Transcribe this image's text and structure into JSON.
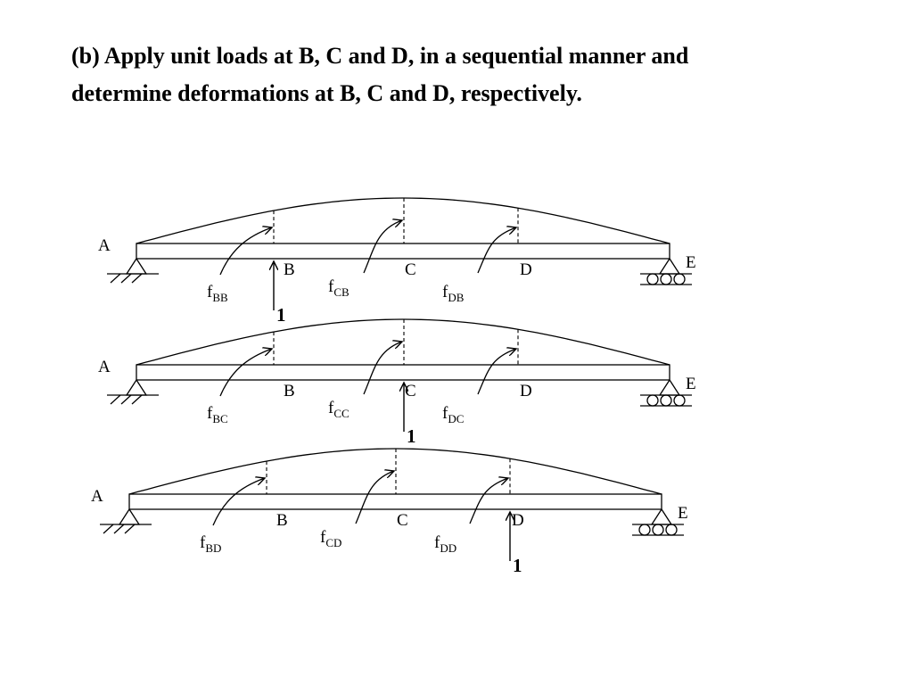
{
  "heading": {
    "line1": "(b) Apply unit loads at B, C and D, in a sequential manner and",
    "line2": "determine deformations at B, C and D, respectively."
  },
  "diagrams": [
    {
      "point_labels": {
        "A": "A",
        "B": "B",
        "C": "C",
        "D": "D",
        "E": "E"
      },
      "load_point": "B",
      "load_label": "1",
      "flex_labels": [
        {
          "base": "f",
          "sub": "BB",
          "at": "B"
        },
        {
          "base": "f",
          "sub": "CB",
          "at": "C"
        },
        {
          "base": "f",
          "sub": "DB",
          "at": "D"
        }
      ]
    },
    {
      "point_labels": {
        "A": "A",
        "B": "B",
        "C": "C",
        "D": "D",
        "E": "E"
      },
      "load_point": "C",
      "load_label": "1",
      "flex_labels": [
        {
          "base": "f",
          "sub": "BC",
          "at": "B"
        },
        {
          "base": "f",
          "sub": "CC",
          "at": "C"
        },
        {
          "base": "f",
          "sub": "DC",
          "at": "D"
        }
      ]
    },
    {
      "point_labels": {
        "A": "A",
        "B": "B",
        "C": "C",
        "D": "D",
        "E": "E"
      },
      "load_point": "D",
      "load_label": "1",
      "flex_labels": [
        {
          "base": "f",
          "sub": "BD",
          "at": "B"
        },
        {
          "base": "f",
          "sub": "CD",
          "at": "C"
        },
        {
          "base": "f",
          "sub": "DD",
          "at": "D"
        }
      ]
    }
  ]
}
